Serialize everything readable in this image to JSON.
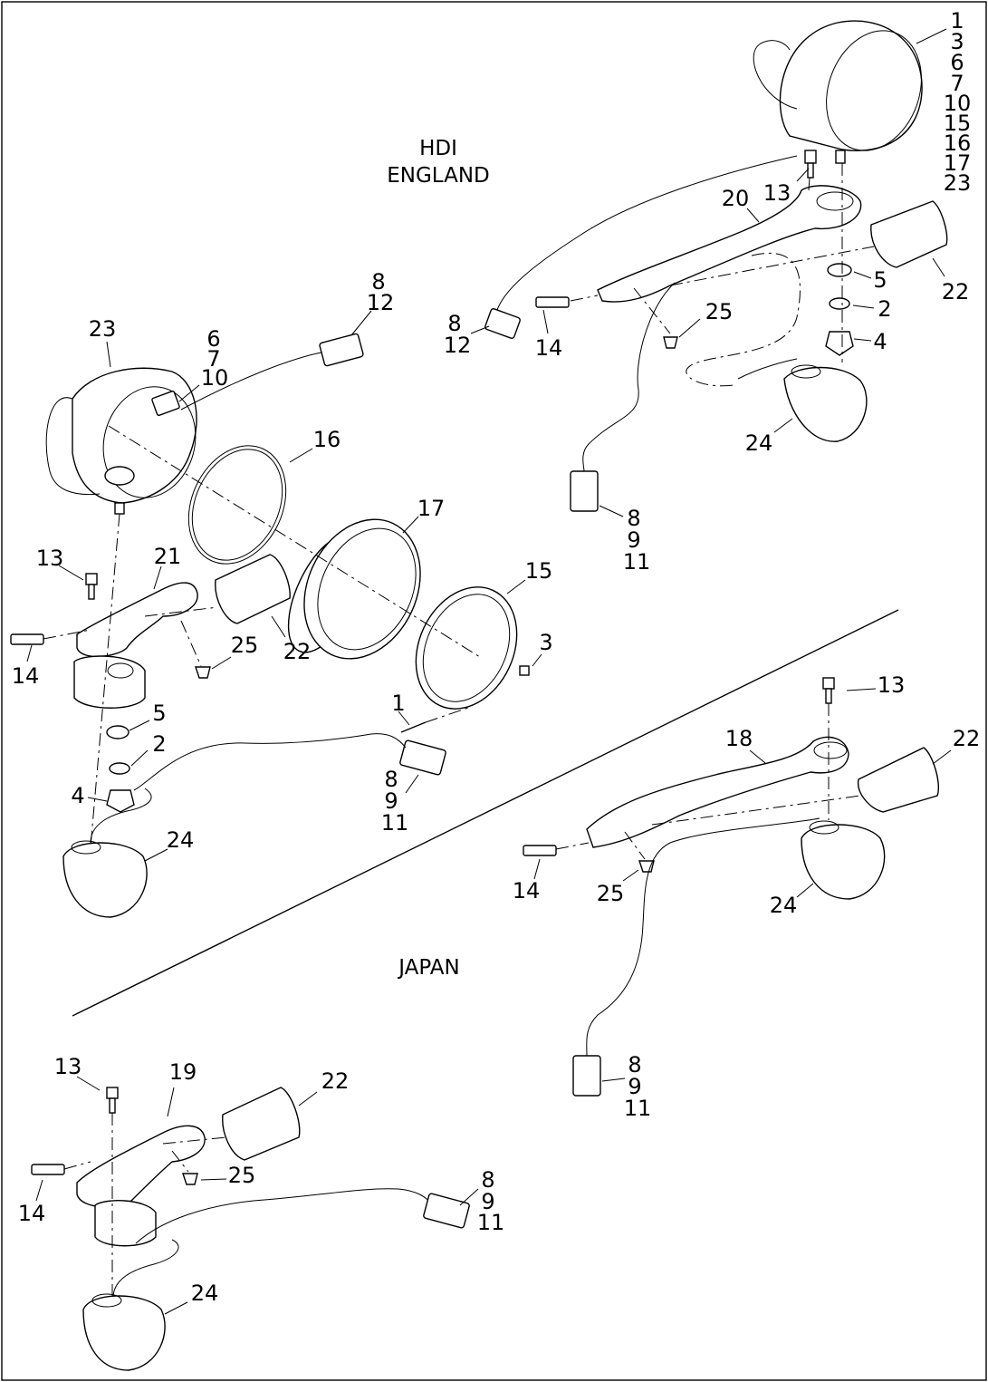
{
  "regions": {
    "hdi": [
      "HDI",
      "ENGLAND"
    ],
    "japan": "JAPAN"
  },
  "callouts": {
    "tr_stack": [
      "1",
      "3",
      "6",
      "7",
      "10",
      "15",
      "16",
      "17",
      "23"
    ],
    "tr_13": "13",
    "tr_20": "20",
    "tr_5": "5",
    "tr_2": "2",
    "tr_4": "4",
    "tr_22": "22",
    "tr_25": "25",
    "tr_14": "14",
    "tr_8_12": [
      "8",
      "12"
    ],
    "tr_24": "24",
    "tr_8_9_11": [
      "8",
      "9",
      "11"
    ],
    "l_8_12": [
      "8",
      "12"
    ],
    "l_23": "23",
    "l_6_7_10": [
      "6",
      "7",
      "10"
    ],
    "l_16": "16",
    "l_17": "17",
    "l_15": "15",
    "l_13": "13",
    "l_21": "21",
    "l_14": "14",
    "l_25": "25",
    "l_22": "22",
    "l_3": "3",
    "l_1": "1",
    "l_5": "5",
    "l_2": "2",
    "l_4": "4",
    "l_8_9_11": [
      "8",
      "9",
      "11"
    ],
    "l_24": "24",
    "r_13": "13",
    "r_18": "18",
    "r_22": "22",
    "r_14": "14",
    "r_25": "25",
    "r_24": "24",
    "r_8_9_11": [
      "8",
      "9",
      "11"
    ],
    "b_13": "13",
    "b_19": "19",
    "b_22": "22",
    "b_14": "14",
    "b_25": "25",
    "b_8_9_11": [
      "8",
      "9",
      "11"
    ],
    "b_24": "24"
  }
}
